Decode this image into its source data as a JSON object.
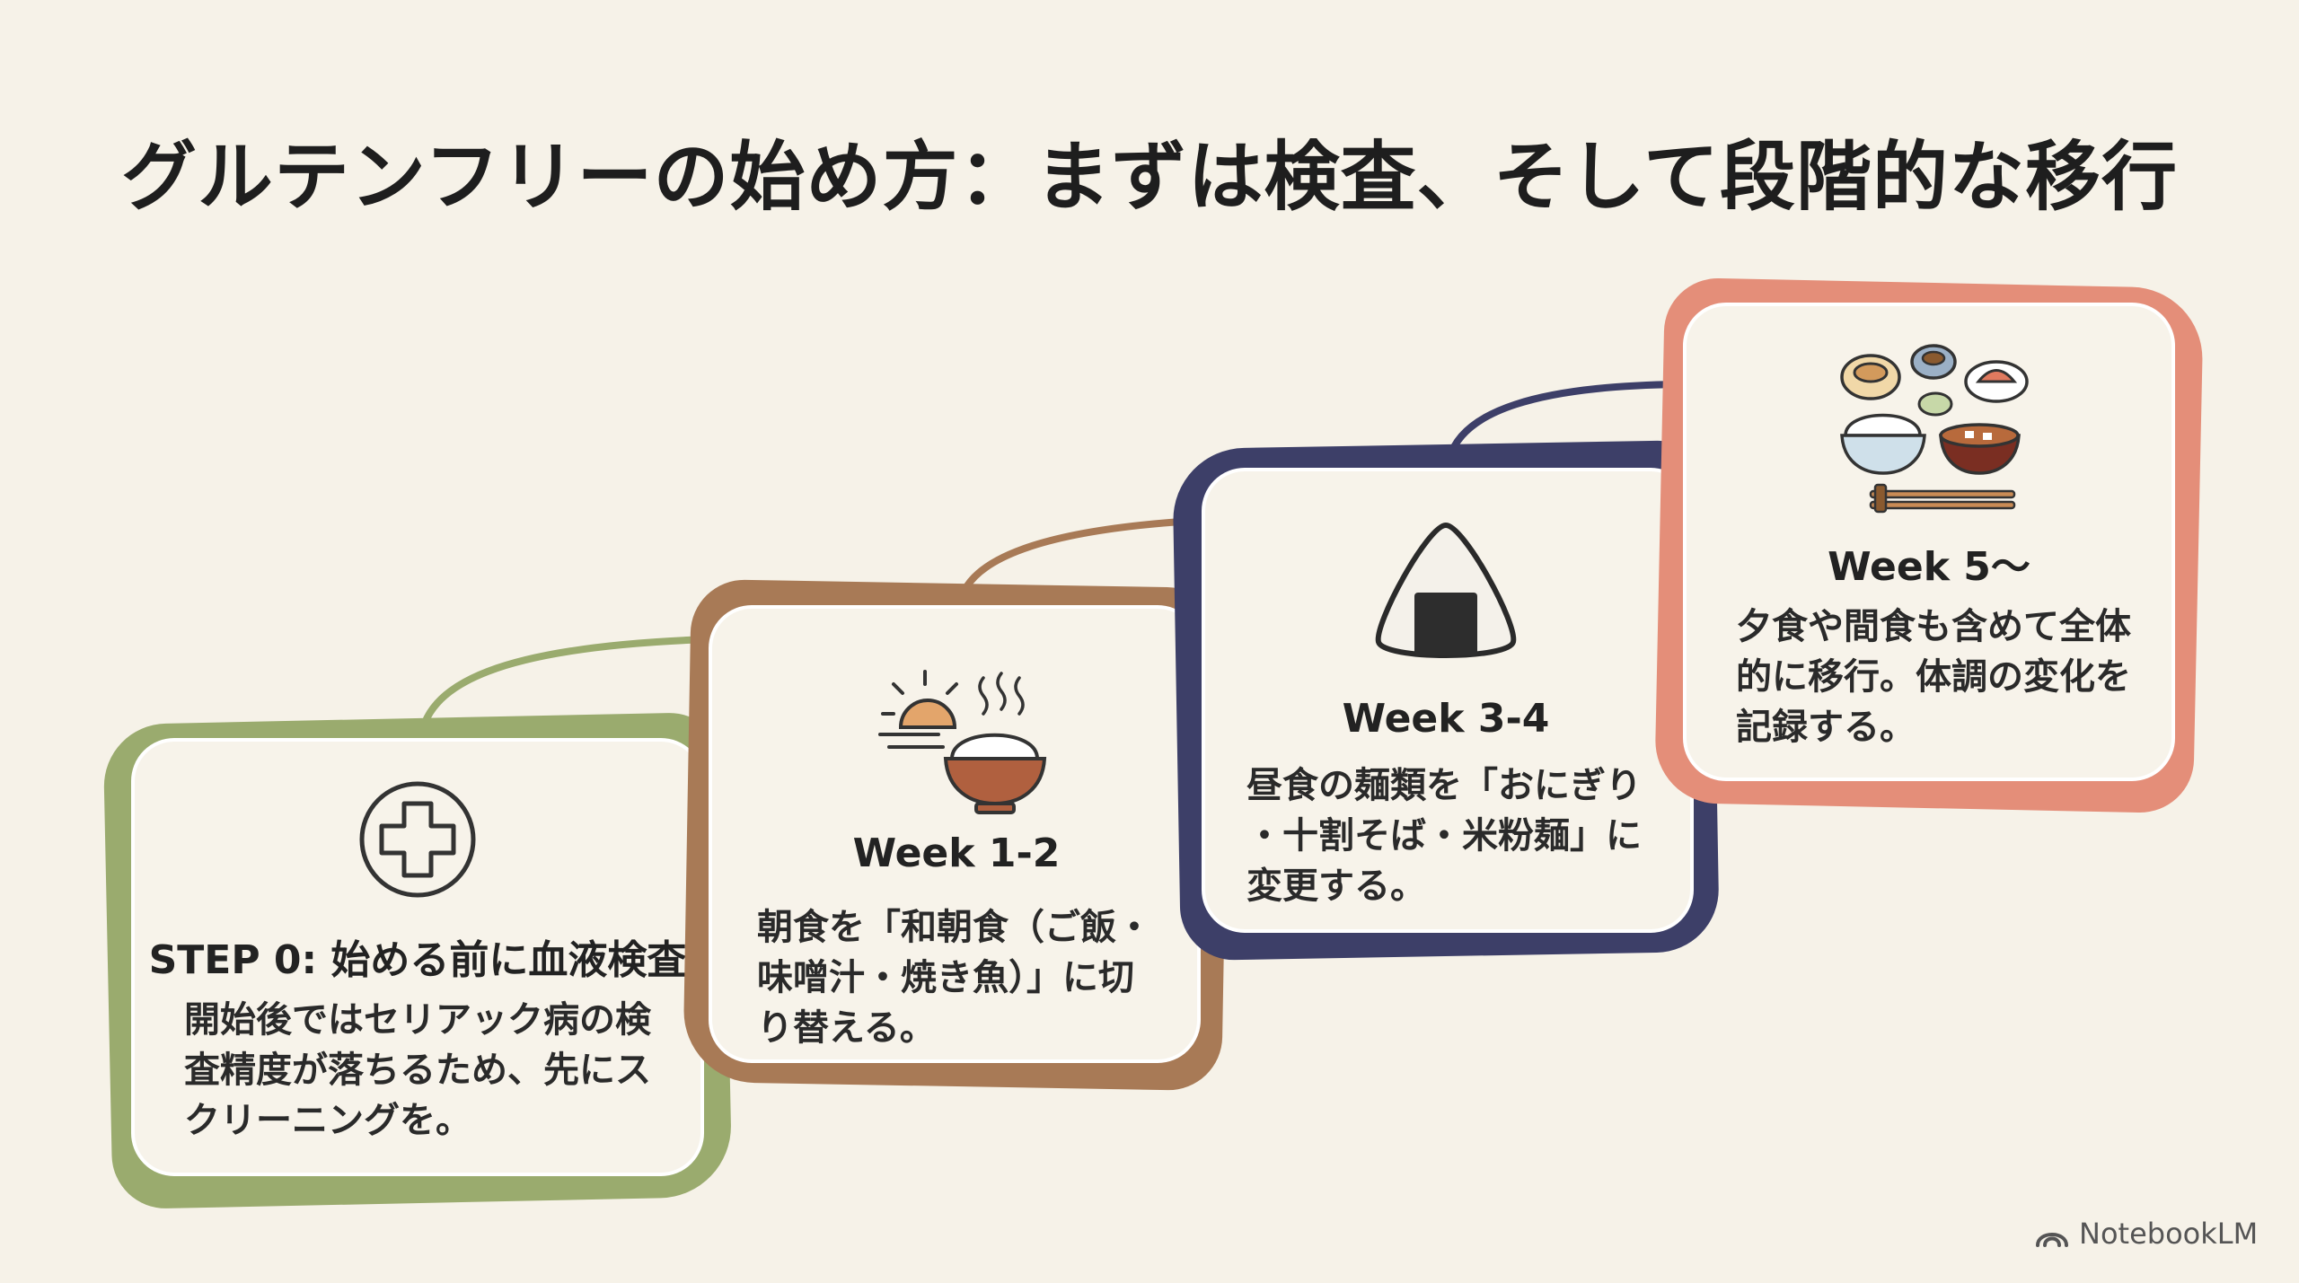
{
  "title": "グルテンフリーの始め方：まずは検査、そして段階的な移行",
  "steps": [
    {
      "title": "STEP 0: 始める前に血液検査",
      "body": "開始後ではセリアック病の検\n査精度が落ちるため、先にス\nクリーニングを。",
      "icon": "medical-cross-icon",
      "color": "#9aab6e"
    },
    {
      "title": "Week 1-2",
      "body": "朝食を「和朝食（ご飯・\n味噌汁・焼き魚）」に切\nり替える。",
      "icon": "sunrise-rice-bowl-icon",
      "color": "#a87a56"
    },
    {
      "title": "Week 3-4",
      "body": "昼食の麺類を「おにぎり\n・十割そば・米粉麺」に\n変更する。",
      "icon": "onigiri-icon",
      "color": "#3d3f68"
    },
    {
      "title": "Week 5〜",
      "body": "夕食や間食も含めて全体\n的に移行。体調の変化を\n記録する。",
      "icon": "japanese-meal-set-icon",
      "color": "#e48e79"
    }
  ],
  "brand": {
    "label": "NotebookLM",
    "icon": "notebooklm-logo-icon"
  }
}
